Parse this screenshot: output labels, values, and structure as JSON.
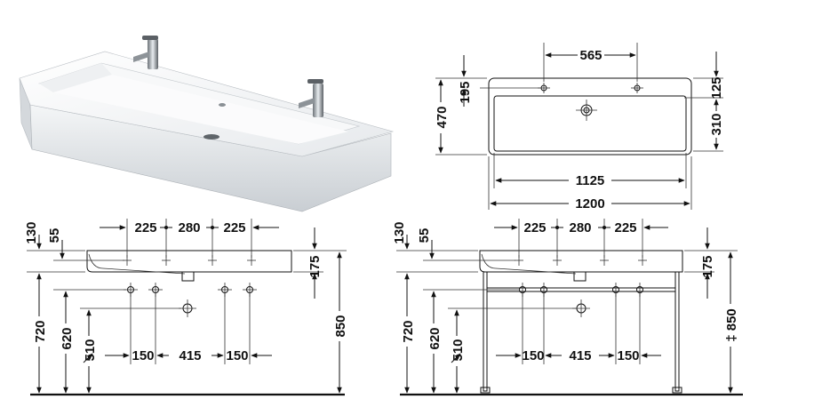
{
  "top_view": {
    "d565": "565",
    "d195": "195",
    "d470": "470",
    "d125": "125",
    "d310": "310",
    "d1125": "1125",
    "d1200": "1200"
  },
  "front_view": {
    "d130": "130",
    "d55": "55",
    "d225a": "225",
    "d280": "280",
    "d225b": "225",
    "d175": "175",
    "d720": "720",
    "d620": "620",
    "d510": "510",
    "d850": "850",
    "d150a": "150",
    "d415": "415",
    "d150b": "150"
  },
  "frame_view": {
    "d130": "130",
    "d55": "55",
    "d225a": "225",
    "d280": "280",
    "d225b": "225",
    "d175": "175",
    "d720": "720",
    "d620": "620",
    "d510": "510",
    "d850": "‡ 850",
    "d150a": "150",
    "d415": "415",
    "d150b": "150"
  }
}
